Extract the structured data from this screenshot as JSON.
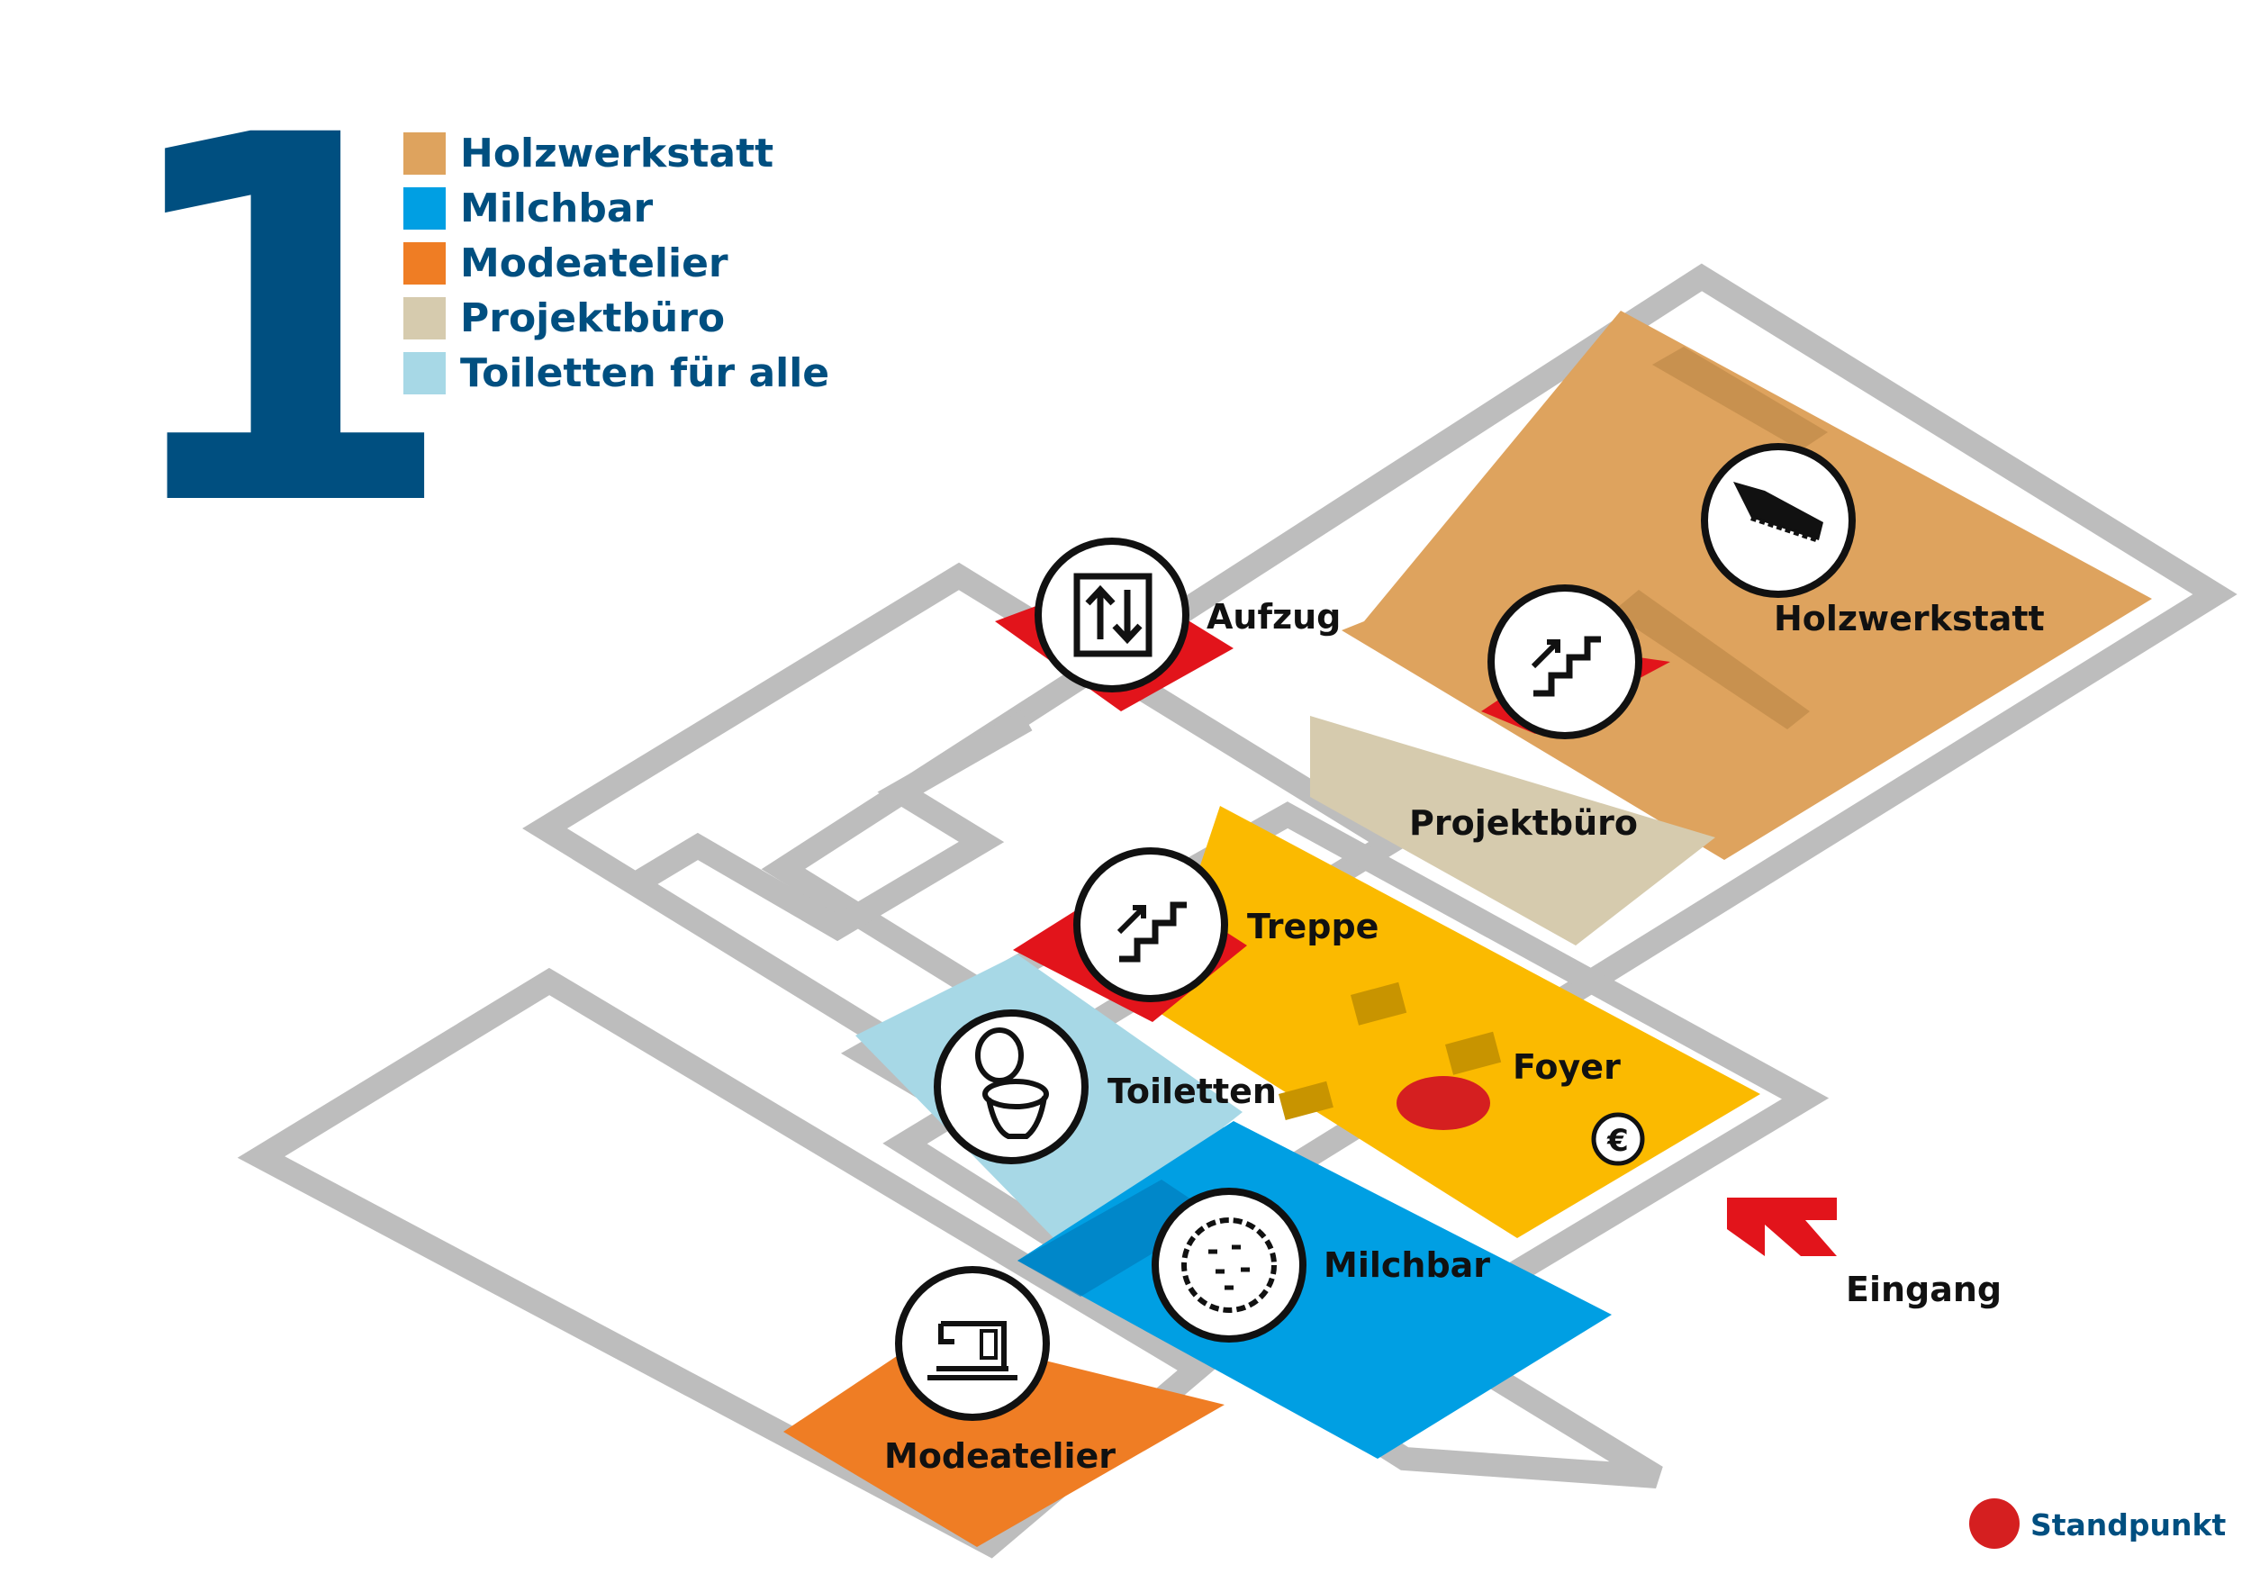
{
  "floor": "1",
  "legend": [
    {
      "label": "Holzwerkstatt",
      "color": "#dea35e"
    },
    {
      "label": "Milchbar",
      "color": "#009fe3"
    },
    {
      "label": "Modeatelier",
      "color": "#ef7d24"
    },
    {
      "label": "Projektbüro",
      "color": "#d6cbae"
    },
    {
      "label": "Toiletten für alle",
      "color": "#a7d8e6"
    }
  ],
  "rooms": {
    "aufzug": "Aufzug",
    "holzwerkstatt": "Holzwerkstatt",
    "projektbuero": "Projektbüro",
    "treppe": "Treppe",
    "foyer": "Foyer",
    "toiletten": "Toiletten",
    "milchbar": "Milchbar",
    "modeatelier": "Modeatelier"
  },
  "entrance": "Eingang",
  "currency_symbol": "€",
  "standpunkt": "Standpunkt",
  "colors": {
    "brand_blue": "#004f80",
    "wall_gray": "#bdbdbd",
    "holzwerkstatt": "#dea35e",
    "milchbar": "#009fe3",
    "modeatelier": "#ef7d24",
    "projektbuero": "#d6cbae",
    "toiletten": "#a7d8e6",
    "foyer": "#fbba00",
    "treppe_aufzug": "#e2141b",
    "standpunkt": "#d51f20"
  },
  "icons": [
    "elevator-icon",
    "stairs-icon",
    "saw-icon",
    "toilet-icon",
    "cookie-icon",
    "sewing-machine-icon",
    "euro-icon",
    "entrance-arrow-icon"
  ]
}
